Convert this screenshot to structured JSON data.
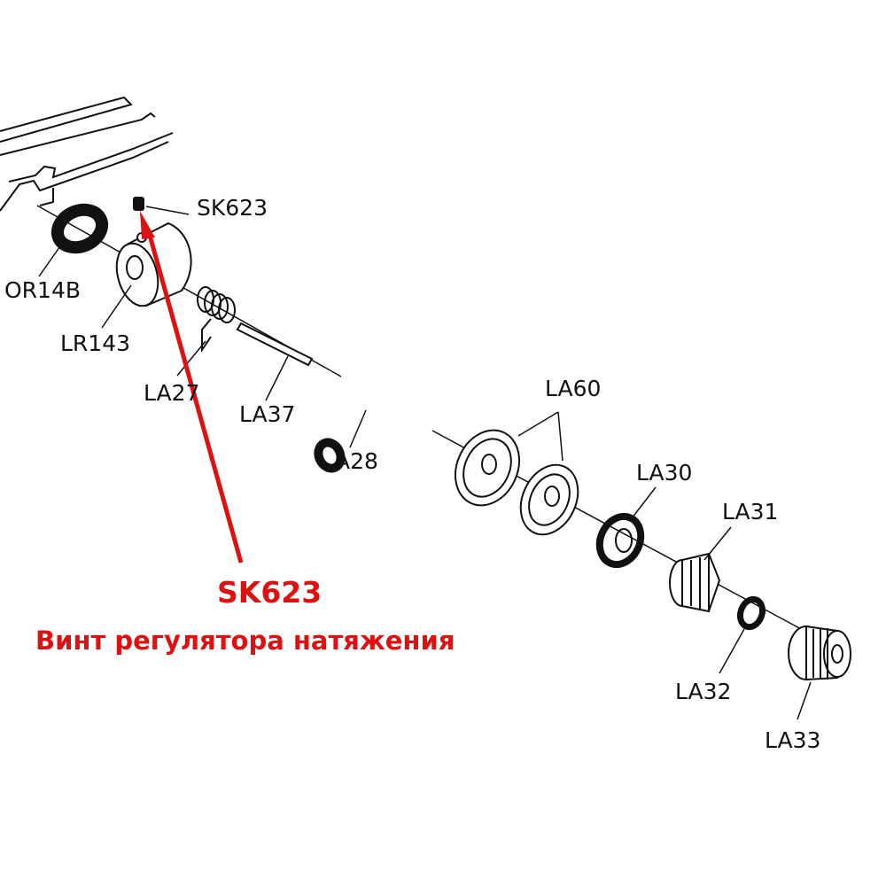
{
  "labels": {
    "sk623": "SK623",
    "or14b": "OR14B",
    "lr143": "LR143",
    "la27": "LA27",
    "la37": "LA37",
    "la28": "A28",
    "la60": "LA60",
    "la30": "LA30",
    "la31": "LA31",
    "la32": "LA32",
    "la33": "LA33"
  },
  "highlight": {
    "code": "SK623",
    "description": "Винт регулятора натяжения",
    "color": "#dd1111"
  }
}
